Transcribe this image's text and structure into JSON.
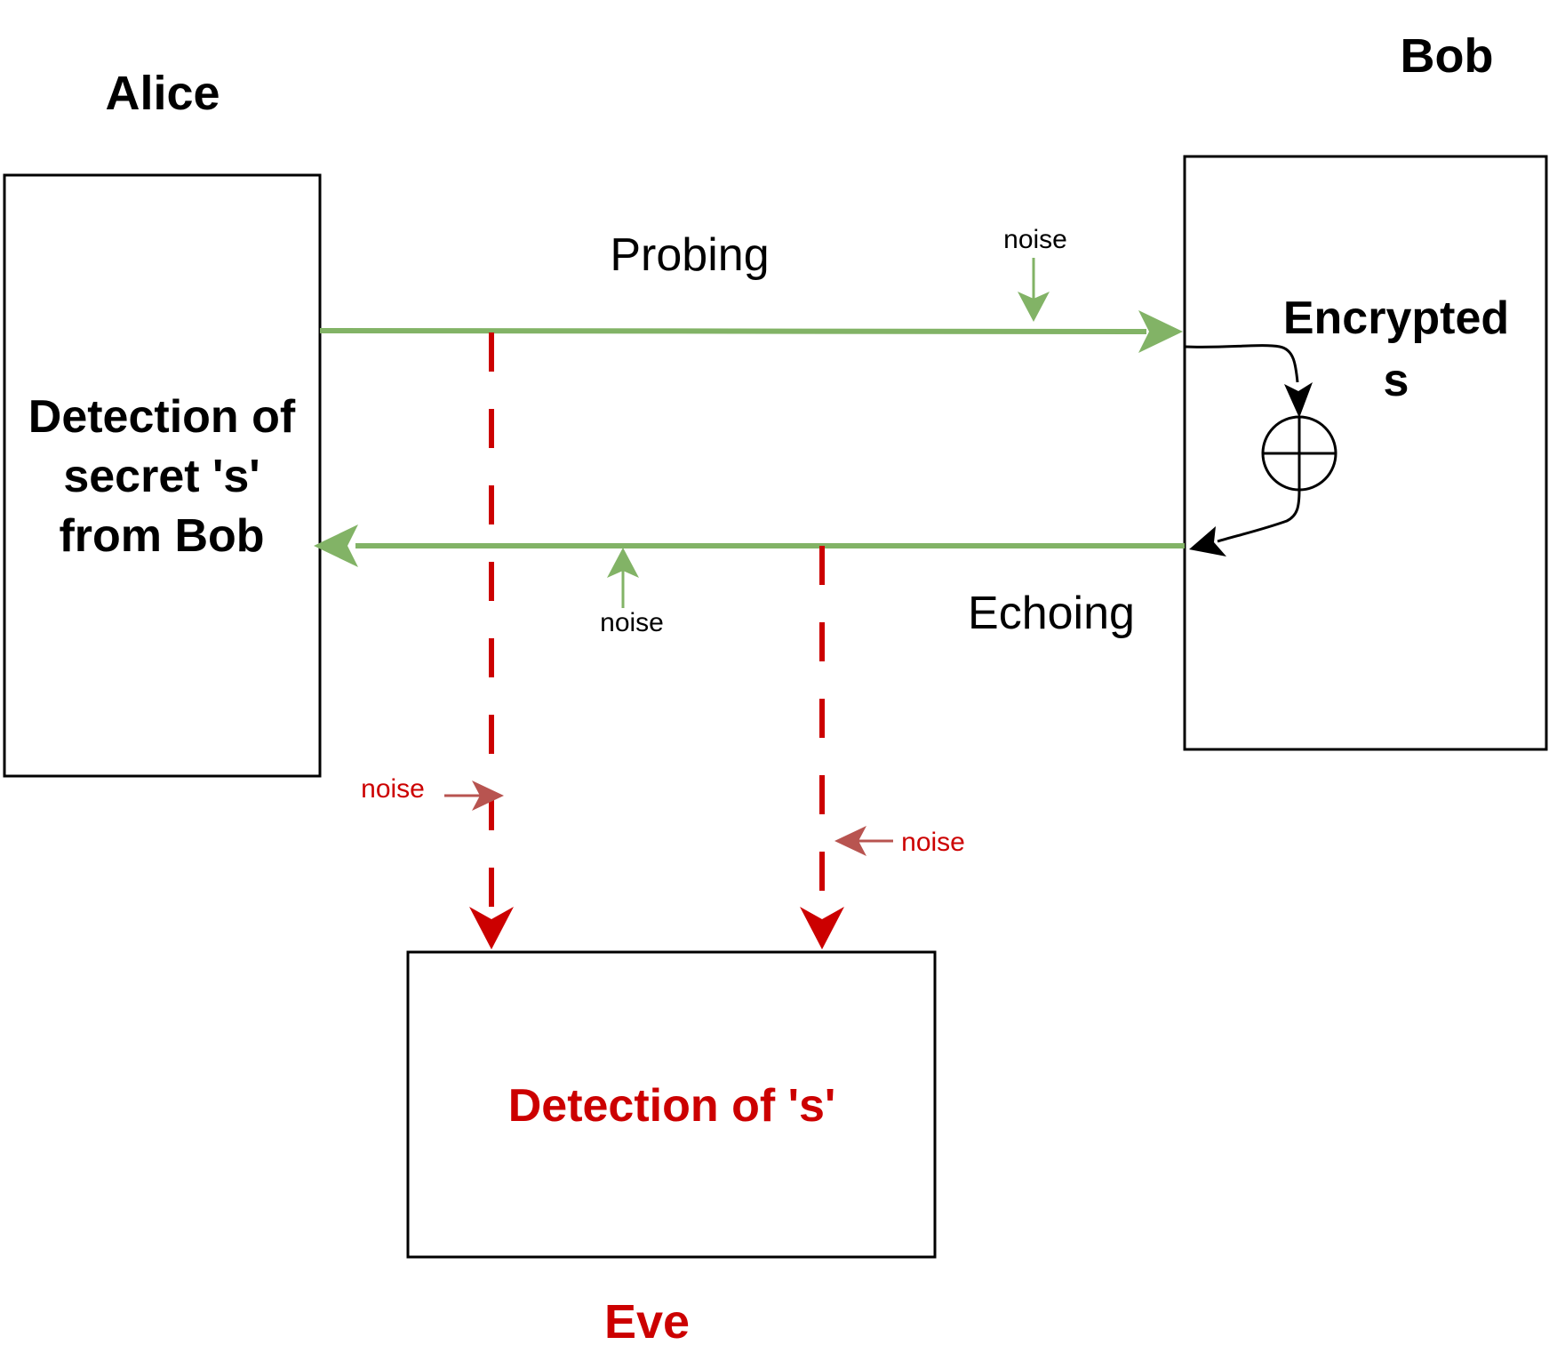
{
  "parties": {
    "alice": {
      "title": "Alice"
    },
    "bob": {
      "title": "Bob"
    },
    "eve": {
      "title": "Eve"
    }
  },
  "boxes": {
    "alice": {
      "lines": [
        "Detection of",
        "secret 's'",
        "from Bob"
      ]
    },
    "bob": {
      "lines": [
        "Encrypted",
        "s"
      ]
    },
    "eve": {
      "lines": [
        "Detection of 's'"
      ]
    }
  },
  "channels": {
    "probing": "Probing",
    "echoing": "Echoing"
  },
  "noise": {
    "probing": "noise",
    "echoing": "noise",
    "eve_left": "noise",
    "eve_right": "noise"
  },
  "colors": {
    "channel": "#82b366",
    "eavesdrop": "#cc0000",
    "eavesdrop_noise": "#b85450",
    "text": "#000000"
  }
}
